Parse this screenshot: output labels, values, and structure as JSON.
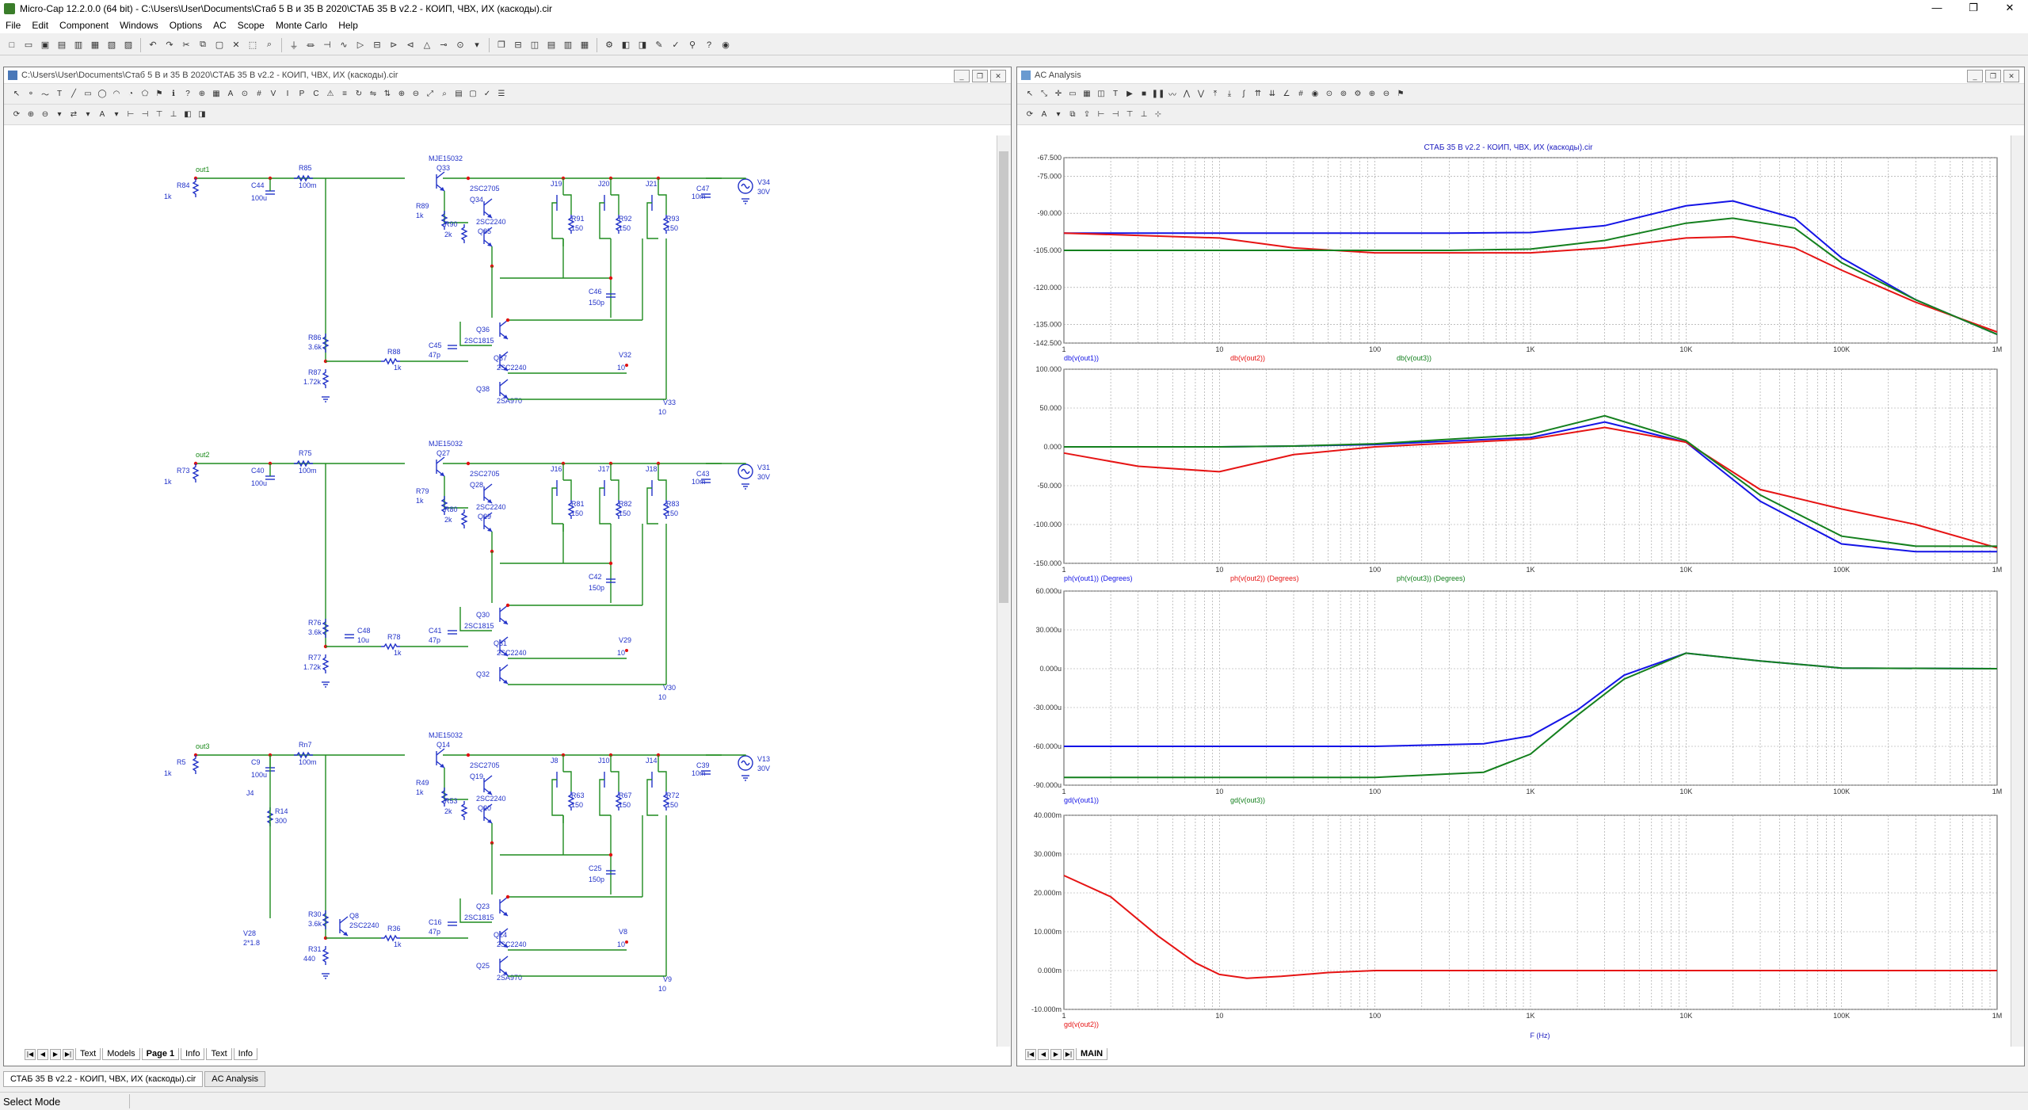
{
  "app": {
    "title": "Micro-Cap 12.2.0.0 (64 bit) - C:\\Users\\User\\Documents\\Стаб 5 В и 35 В 2020\\СТАБ 35 В v2.2 - КОИП, ЧВХ, ИХ (каскоды).cir",
    "window_controls": [
      "—",
      "❐",
      "✕"
    ]
  },
  "menu": [
    "File",
    "Edit",
    "Component",
    "Windows",
    "Options",
    "AC",
    "Scope",
    "Monte Carlo",
    "Help"
  ],
  "schematic_window": {
    "title": "C:\\Users\\User\\Documents\\Стаб 5 В и 35 В 2020\\СТАБ 35 В v2.2 - КОИП, ЧВХ, ИХ (каскоды).cir",
    "tabs": [
      "Text",
      "Models",
      "Page 1",
      "Info",
      "Text",
      "Info"
    ],
    "active_tab": "Page 1"
  },
  "schematic": {
    "stages": [
      {
        "out": "out1",
        "rin": "R84",
        "rin_val": "1k",
        "cin": "C44",
        "cin_val": "100u",
        "rs": "R85",
        "rs_val": "100m",
        "q_main": "Q33",
        "q_main_model": "MJE15032",
        "q_a": "Q34",
        "q_a_model": "2SC2705",
        "q_b": "Q35",
        "q_b_model": "2SC2240",
        "r1": "R89",
        "r1_val": "1k",
        "r2": "R90",
        "r2_val": "2k",
        "j": [
          "J19",
          "J20",
          "J21"
        ],
        "rj": [
          "R91",
          "R92",
          "R93"
        ],
        "rj_val": "150",
        "cc": "C46",
        "cc_val": "150p",
        "c_out": "C47",
        "c_out_val": "10m",
        "v_src": "V34",
        "v_src_val": "30V",
        "r_div_top": "R86",
        "r_div_top_val": "3.6k",
        "r_div_bot": "R87",
        "r_div_bot_val": "1.72k",
        "r_b": "R88",
        "r_b_val": "1k",
        "c_b": "C45",
        "c_b_val": "47p",
        "q_c": "Q36",
        "q_c_model": "2SC1815",
        "q_d": "Q37",
        "q_d_model": "2SC2240",
        "q_e": "Q38",
        "q_e_model": "2SA970",
        "v_a": "V32",
        "v_a_val": "10",
        "v_b": "V33",
        "v_b_val": "10"
      },
      {
        "out": "out2",
        "rin": "R73",
        "rin_val": "1k",
        "cin": "C40",
        "cin_val": "100u",
        "rs": "R75",
        "rs_val": "100m",
        "q_main": "Q27",
        "q_main_model": "MJE15032",
        "q_a": "Q28",
        "q_a_model": "2SC2705",
        "q_b": "Q29",
        "q_b_model": "2SC2240",
        "r1": "R79",
        "r1_val": "1k",
        "r2": "R80",
        "r2_val": "2k",
        "j": [
          "J16",
          "J17",
          "J18"
        ],
        "rj": [
          "R81",
          "R82",
          "R83"
        ],
        "rj_val": "150",
        "cc": "C42",
        "cc_val": "150p",
        "c_out": "C43",
        "c_out_val": "10m",
        "v_src": "V31",
        "v_src_val": "30V",
        "r_div_top": "R76",
        "r_div_top_val": "3.6k",
        "r_div_bot": "R77",
        "r_div_bot_val": "1.72k",
        "c_extra": "C48",
        "c_extra_val": "10u",
        "r_b": "R78",
        "r_b_val": "1k",
        "c_b": "C41",
        "c_b_val": "47p",
        "q_c": "Q30",
        "q_c_model": "2SC1815",
        "q_d": "Q31",
        "q_d_model": "2SC2240",
        "q_e": "Q32",
        "q_e_model": "",
        "v_a": "V29",
        "v_a_val": "10",
        "v_b": "V30",
        "v_b_val": "10"
      },
      {
        "out": "out3",
        "rin": "R5",
        "rin_val": "1k",
        "cin": "C9",
        "cin_val": "100u",
        "rs": "Rn7",
        "rs_val": "100m",
        "q_main": "Q14",
        "q_main_model": "MJE15032",
        "q_a": "Q19",
        "q_a_model": "2SC2705",
        "q_b": "Q20",
        "q_b_model": "2SC2240",
        "r1": "R49",
        "r1_val": "1k",
        "r2": "R53",
        "r2_val": "2k",
        "j": [
          "J8",
          "J10",
          "J14"
        ],
        "rj": [
          "R63",
          "R67",
          "R72"
        ],
        "rj_val": "150",
        "cc": "C25",
        "cc_val": "150p",
        "c_out": "C39",
        "c_out_val": "10m",
        "v_src": "V13",
        "v_src_val": "30V",
        "j_extra": "J4",
        "r_extra": "R14",
        "r_extra_val": "300",
        "r_div_top": "R30",
        "r_div_top_val": "3.6k",
        "r_div_bot": "R31",
        "r_div_bot_val": "440",
        "q_f": "Q8",
        "q_f_model": "2SC2240",
        "v_ref": "V28",
        "v_ref_val": "2*1.8",
        "r_b": "R36",
        "r_b_val": "1k",
        "c_b": "C16",
        "c_b_val": "47p",
        "q_c": "Q23",
        "q_c_model": "2SC1815",
        "q_d": "Q24",
        "q_d_model": "2SC2240",
        "q_e": "Q25",
        "q_e_model": "2SA970",
        "v_a": "V8",
        "v_a_val": "10",
        "v_b": "V9",
        "v_b_val": "10"
      }
    ]
  },
  "ac_window": {
    "title": "AC Analysis",
    "plot_title": "СТАБ 35 В v2.2 - КОИП, ЧВХ, ИХ (каскоды).cir",
    "tabs": [
      "MAIN"
    ],
    "x_label": "F (Hz)",
    "x_ticks": [
      "1",
      "10",
      "100",
      "1K",
      "10K",
      "100K",
      "1M"
    ]
  },
  "colors": {
    "out1": "#1414e6",
    "out2": "#e61414",
    "out3": "#14801e",
    "wire": "#1e8b1e",
    "component": "#2232c8",
    "node": "#e01010",
    "grid": "#999999"
  },
  "chart_data": [
    {
      "type": "line",
      "title": "СТАБ 35 В v2.2 - КОИП, ЧВХ, ИХ (каскоды).cir",
      "xscale": "log",
      "xlim": [
        1,
        1000000
      ],
      "ylim": [
        -142.5,
        -67.5
      ],
      "y_ticks": [
        "-67.500",
        "-75.000",
        "-90.000",
        "-105.000",
        "-120.000",
        "-135.000",
        "-142.500"
      ],
      "y_tick_values": [
        -67.5,
        -75,
        -90,
        -105,
        -120,
        -135,
        -142.5
      ],
      "x": [
        1,
        10,
        30,
        100,
        300,
        1000,
        3000,
        10000,
        20000,
        50000,
        100000,
        300000,
        1000000
      ],
      "series": [
        {
          "name": "db(v(out1))",
          "color": "#1414e6",
          "values": [
            -98,
            -98,
            -98,
            -98,
            -98,
            -97.8,
            -95,
            -87,
            -85,
            -92,
            -108,
            -125,
            -139
          ]
        },
        {
          "name": "db(v(out2))",
          "color": "#e61414",
          "values": [
            -98,
            -100,
            -104,
            -106,
            -106,
            -106,
            -104,
            -100,
            -99.5,
            -104,
            -113,
            -126,
            -138
          ]
        },
        {
          "name": "db(v(out3))",
          "color": "#14801e",
          "values": [
            -105,
            -105,
            -105,
            -105,
            -105,
            -104.5,
            -101,
            -94,
            -92,
            -96,
            -110,
            -125,
            -139
          ]
        }
      ],
      "legend_y": [
        "db(v(out1))",
        "db(v(out2))",
        "db(v(out3))"
      ]
    },
    {
      "type": "line",
      "xscale": "log",
      "xlim": [
        1,
        1000000
      ],
      "ylim": [
        -150,
        100
      ],
      "y_ticks": [
        "100.000",
        "50.000",
        "0.000",
        "-50.000",
        "-100.000",
        "-150.000"
      ],
      "y_tick_values": [
        100,
        50,
        0,
        -50,
        -100,
        -150
      ],
      "x": [
        1,
        3,
        10,
        30,
        100,
        1000,
        3000,
        10000,
        30000,
        100000,
        300000,
        1000000
      ],
      "series": [
        {
          "name": "ph(v(out1)) (Degrees)",
          "color": "#1414e6",
          "values": [
            0,
            0,
            0,
            1,
            3,
            12,
            32,
            6,
            -70,
            -125,
            -135,
            -135
          ]
        },
        {
          "name": "ph(v(out2)) (Degrees)",
          "color": "#e61414",
          "values": [
            -8,
            -25,
            -32,
            -10,
            0,
            10,
            25,
            6,
            -55,
            -80,
            -100,
            -130
          ]
        },
        {
          "name": "ph(v(out3)) (Degrees)",
          "color": "#14801e",
          "values": [
            0,
            0,
            0,
            1,
            4,
            16,
            40,
            8,
            -62,
            -115,
            -128,
            -128
          ]
        }
      ],
      "legend_y": [
        "ph(v(out1)) (Degrees)",
        "ph(v(out2)) (Degrees)",
        "ph(v(out3)) (Degrees)"
      ]
    },
    {
      "type": "line",
      "xscale": "log",
      "xlim": [
        1,
        1000000
      ],
      "ylim": [
        -9e-05,
        6e-05
      ],
      "y_ticks": [
        "60.000u",
        "30.000u",
        "0.000u",
        "-30.000u",
        "-60.000u",
        "-90.000u"
      ],
      "y_tick_values": [
        6e-05,
        3e-05,
        0,
        -3e-05,
        -6e-05,
        -9e-05
      ],
      "x": [
        1,
        10,
        100,
        500,
        1000,
        2000,
        4000,
        10000,
        30000,
        100000,
        1000000
      ],
      "series": [
        {
          "name": "gd(v(out1))",
          "color": "#1414e6",
          "values": [
            -6e-05,
            -6e-05,
            -6e-05,
            -5.8e-05,
            -5.2e-05,
            -3.2e-05,
            -5e-06,
            1.2e-05,
            6e-06,
            5e-07,
            0
          ]
        },
        {
          "name": "gd(v(out3))",
          "color": "#14801e",
          "values": [
            -8.4e-05,
            -8.4e-05,
            -8.4e-05,
            -8e-05,
            -6.6e-05,
            -3.6e-05,
            -8e-06,
            1.2e-05,
            6e-06,
            5e-07,
            0
          ]
        }
      ],
      "legend_y": [
        "gd(v(out1))",
        "gd(v(out3))"
      ]
    },
    {
      "type": "line",
      "xscale": "log",
      "xlim": [
        1,
        1000000
      ],
      "ylim": [
        -0.01,
        0.04
      ],
      "y_ticks": [
        "40.000m",
        "30.000m",
        "20.000m",
        "10.000m",
        "0.000m",
        "-10.000m"
      ],
      "y_tick_values": [
        0.04,
        0.03,
        0.02,
        0.01,
        0,
        -0.01
      ],
      "x": [
        1,
        2,
        4,
        7,
        10,
        15,
        25,
        50,
        100,
        1000,
        10000,
        1000000
      ],
      "series": [
        {
          "name": "gd(v(out2))",
          "color": "#e61414",
          "values": [
            0.0245,
            0.019,
            0.009,
            0.002,
            -0.001,
            -0.002,
            -0.0015,
            -0.0005,
            0,
            0,
            0,
            0
          ]
        }
      ],
      "legend_y": [
        "gd(v(out2))"
      ],
      "xlabel": "F (Hz)"
    }
  ],
  "doc_tabs": [
    "СТАБ 35 В v2.2 - КОИП, ЧВХ, ИХ (каскоды).cir",
    "AC Analysis"
  ],
  "status": "Select Mode"
}
